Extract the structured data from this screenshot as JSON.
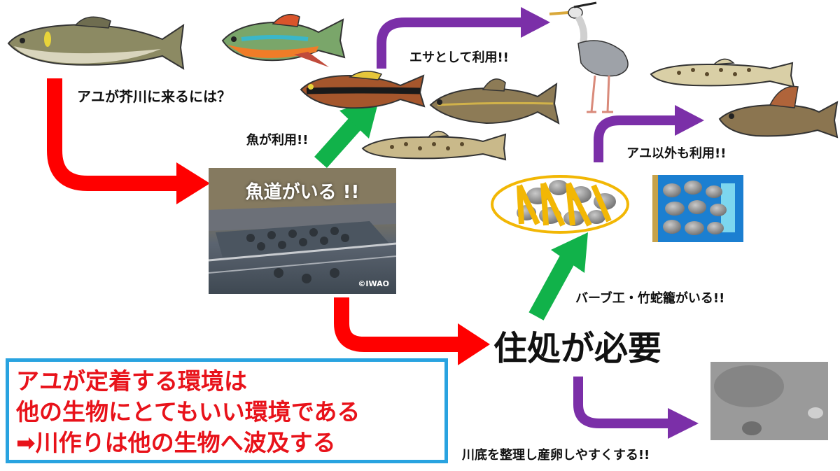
{
  "labels": {
    "question": "アユが芥川に来るには？",
    "fish_use": "魚が利用!!",
    "feed_use": "エサとして利用!!",
    "other_use": "アユ以外も利用!!",
    "habitat_needed": "住処が必要",
    "barb_label": "バーブ工・竹蛇籠がいる!!",
    "riverbed_label": "川底を整理し産卵しやすくする!!"
  },
  "photo": {
    "title": "魚道がいる !!",
    "watermark": "©IWAO"
  },
  "summary": {
    "lines": [
      "アユが定着する環境は",
      "他の生物にとてもいい環境である",
      "➡川作りは他の生物へ波及する"
    ]
  },
  "colors": {
    "red_arrow": "#ff0000",
    "green_arrow": "#11b24a",
    "purple_arrow": "#7b2fa8",
    "summary_border": "#29a3e0",
    "summary_text": "#e8121a"
  }
}
